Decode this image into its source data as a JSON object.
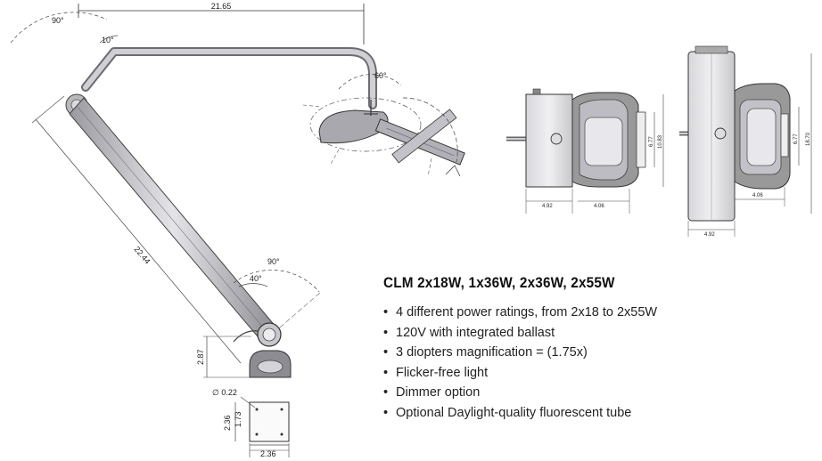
{
  "drawing": {
    "dim_top_width": "21.65",
    "dim_arm_length": "22.44",
    "dim_base_height": "2.87",
    "dim_hole_dia": "∅ 0.22",
    "dim_plate_width": "2.36",
    "dim_plate_height": "2.36",
    "dim_hole_spacing": "1.73",
    "angle_top_left": "90°",
    "angle_top_small": "10°",
    "angle_head": "60°",
    "angle_elbow_large": "90°",
    "angle_elbow_small": "40°",
    "side_view": {
      "dim_inner_height": "6.77",
      "dim_outer_height": "10.83",
      "dim_width_left": "4.92",
      "dim_width_right": "4.06"
    },
    "front_view": {
      "dim_inner_height": "6.77",
      "dim_outer_height": "18.70",
      "dim_width_inner": "4.06",
      "dim_width_outer": "4.92"
    }
  },
  "product": {
    "title": "CLM 2x18W, 1x36W, 2x36W, 2x55W",
    "features": [
      "4 different power ratings, from 2x18 to 2x55W",
      "120V with integrated ballast",
      "3 diopters magnification  = (1.75x)",
      "Flicker-free light",
      "Dimmer option",
      "Optional Daylight-quality fluorescent tube"
    ]
  }
}
